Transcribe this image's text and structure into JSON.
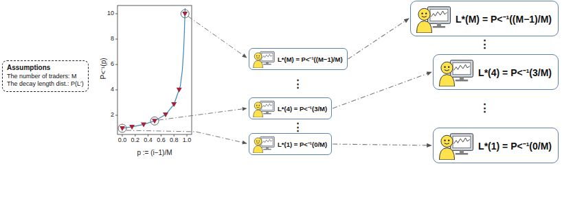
{
  "diagram": {
    "nodes": [
      {
        "text": [
          "Assumptions",
          "The number of traders: M",
          "The decay length dist.: P(L′)"
        ]
      },
      {
        "text": [
          "L*(M) = P<⁻¹((M−1)/M)"
        ]
      },
      {
        "text": [
          "L*(4) = P<⁻¹(3/M)"
        ]
      },
      {
        "text": [
          "L*(1) = P<⁻¹(0/M)"
        ]
      },
      {
        "text": [
          "L*(M) = P<⁻¹((M−1)/M)"
        ]
      },
      {
        "text": [
          "L*(4) = P<⁻¹(3/M)"
        ]
      },
      {
        "text": [
          "L*(1) = P<⁻¹(0/M)"
        ]
      }
    ],
    "edges": [
      {
        "from": 1,
        "to": 4,
        "arrow": "to"
      },
      {
        "from": 2,
        "to": 5,
        "arrow": "to"
      },
      {
        "from": 3,
        "to": 6,
        "arrow": "to"
      }
    ],
    "labels": [
      "2",
      "4",
      "6",
      "8",
      "10",
      "0.0",
      "0.2",
      "0.4",
      "0.6",
      "0.8",
      "1.0",
      "P<⁻¹(p)",
      "p := (i−1)/M",
      "⋮",
      "⋮",
      "⋮",
      "⋮"
    ]
  }
}
